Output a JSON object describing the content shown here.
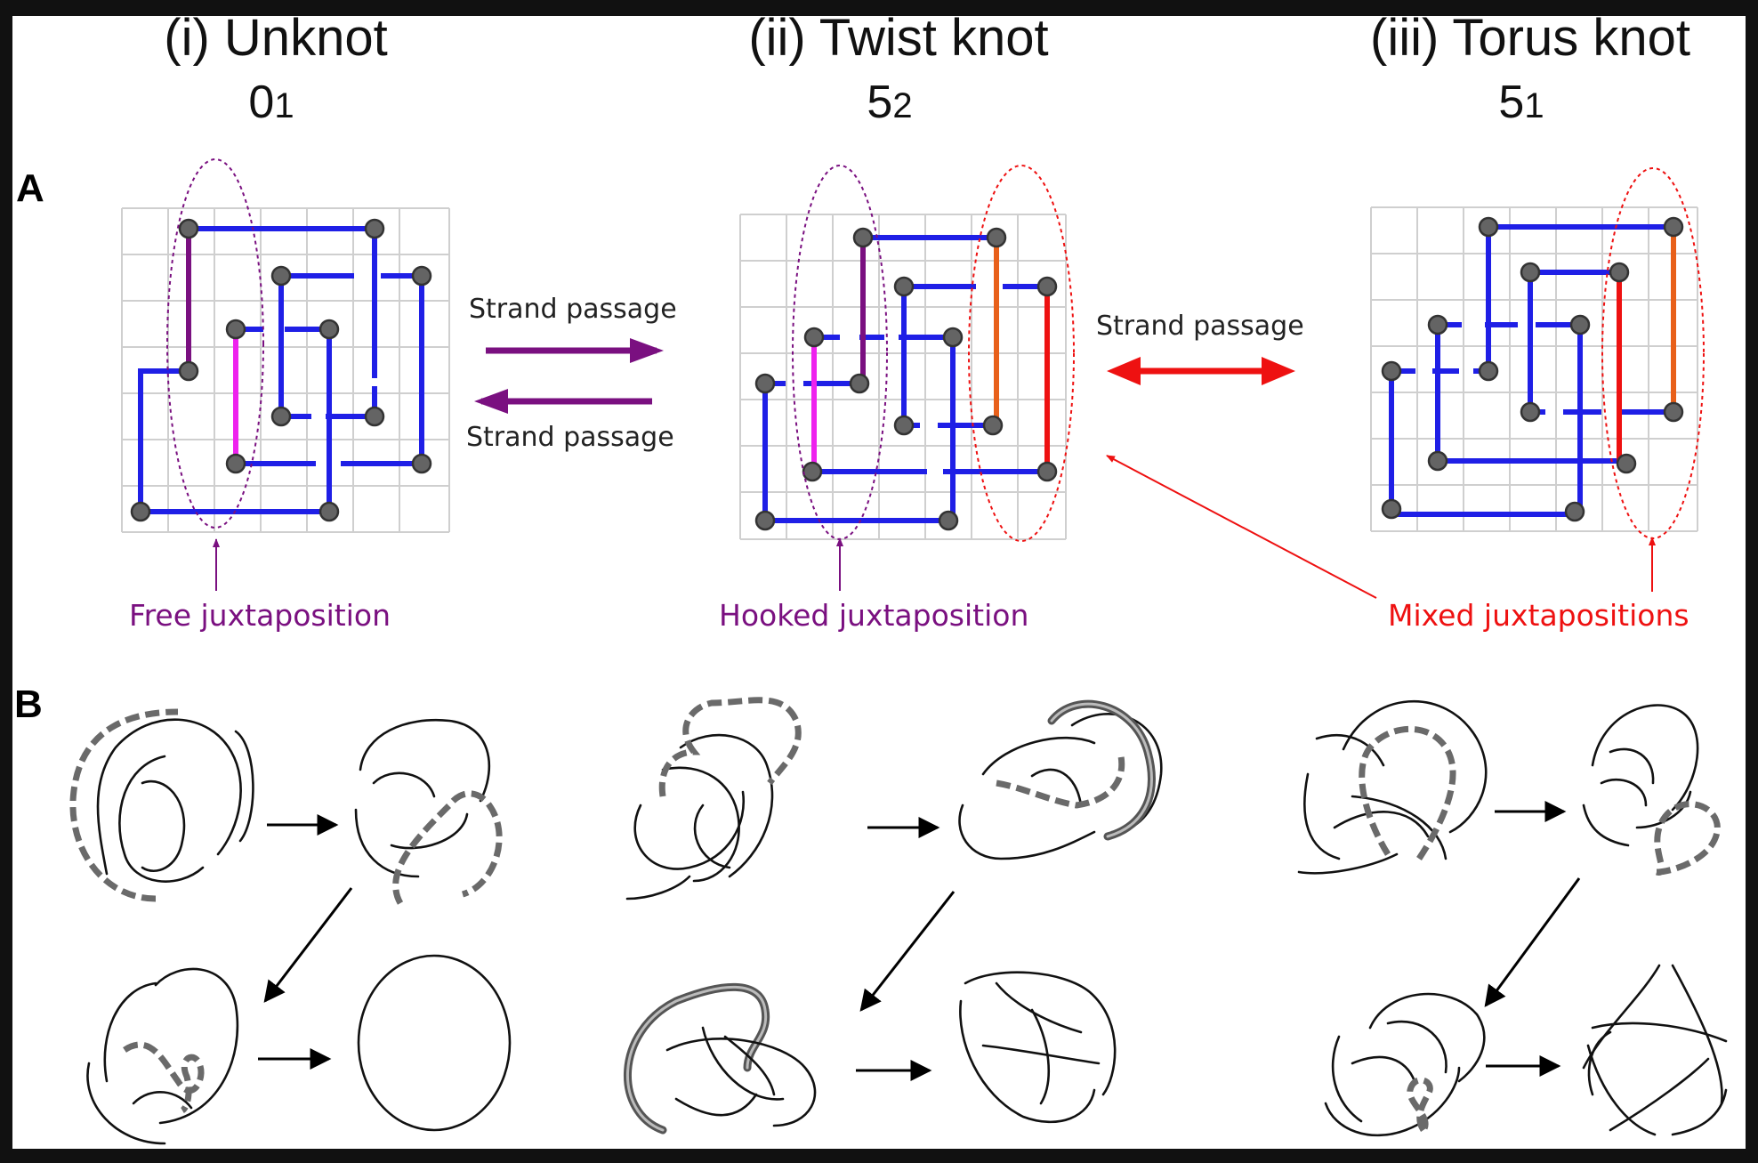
{
  "columns": [
    {
      "title": "(i) Unknot",
      "symbol": "0",
      "sub": "1"
    },
    {
      "title": "(ii) Twist knot",
      "symbol": "5",
      "sub": "2"
    },
    {
      "title": "(iii) Torus knot",
      "symbol": "5",
      "sub": "1"
    }
  ],
  "panels": {
    "a": "A",
    "b": "B"
  },
  "strand_passage": {
    "top_left": "Strand passage",
    "bottom_left": "Strand passage",
    "right": "Strand passage"
  },
  "juxtapositions": {
    "free": "Free juxtaposition",
    "hooked": "Hooked juxtaposition",
    "mixed": "Mixed juxtapositions"
  },
  "colors": {
    "background": "#ffffff",
    "frame": "#111111",
    "strand_blue": "#1f1fe6",
    "strand_purple": "#7a1080",
    "strand_magenta": "#ee22ee",
    "strand_orange": "#e8601a",
    "strand_red": "#ee1111",
    "label_purple": "#7a1080",
    "label_red": "#ee1111",
    "node": "#646464"
  }
}
